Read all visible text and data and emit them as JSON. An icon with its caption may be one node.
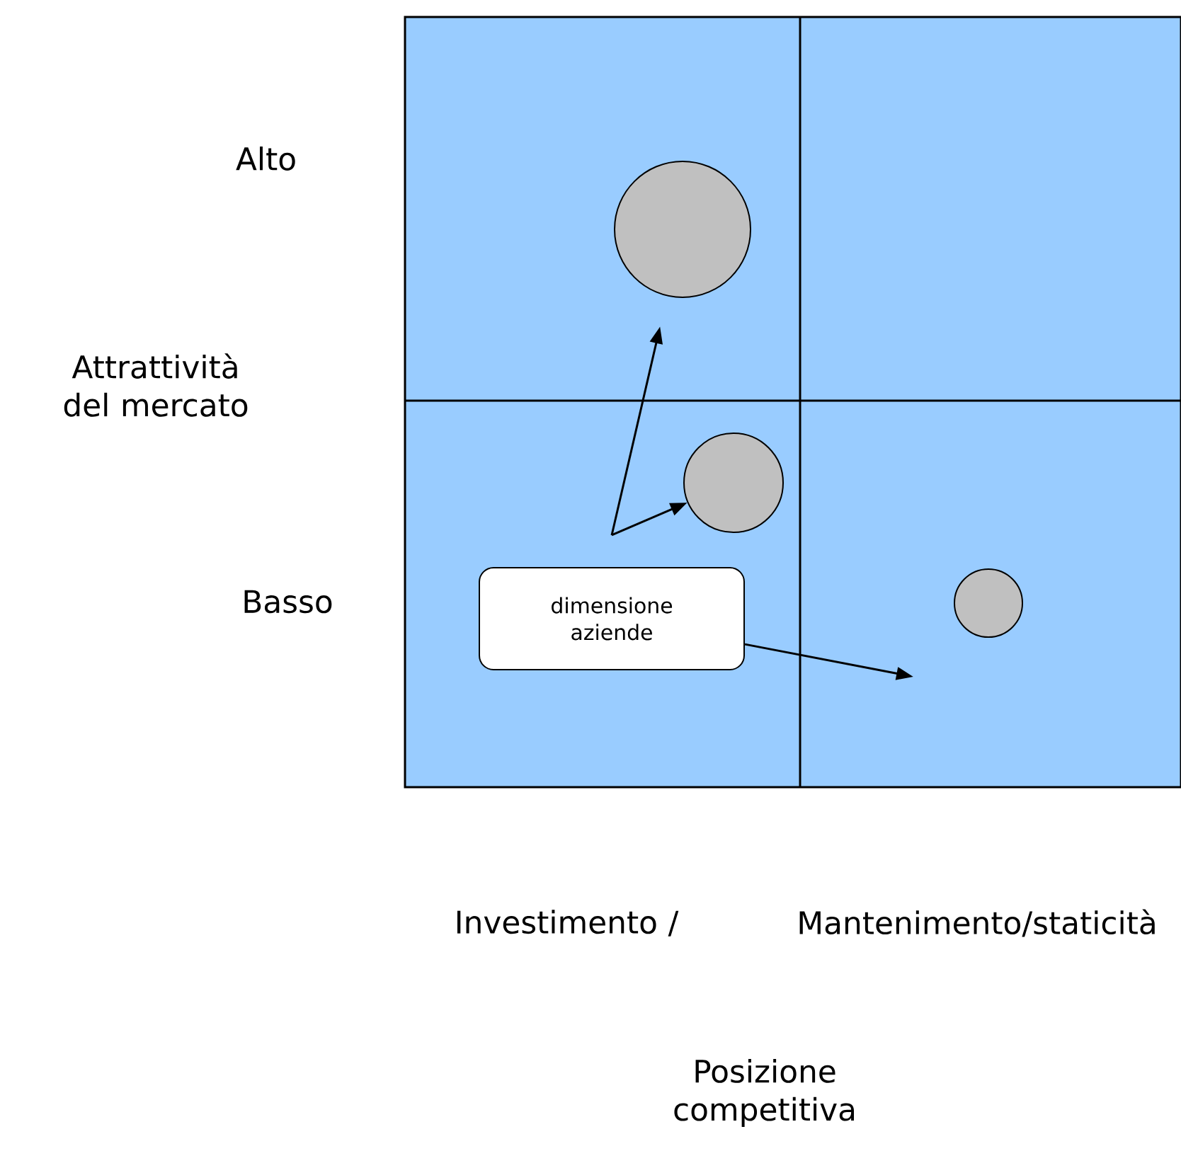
{
  "diagram": {
    "nodes": [
      {
        "text": [],
        "shape": "circle"
      },
      {
        "text": [],
        "shape": "circle"
      },
      {
        "text": [],
        "shape": "circle"
      },
      {
        "text": [
          "dimensione aziende"
        ]
      }
    ],
    "edges": [
      {
        "from": null,
        "to": 0,
        "arrow": "to"
      },
      {
        "from": null,
        "to": 1,
        "arrow": "to"
      },
      {
        "from": 3,
        "to": null,
        "arrow": "to"
      }
    ],
    "labels": [
      "Alto",
      "Attrattività del mercato",
      "Basso",
      "Investimento /",
      "Mantenimento/staticità",
      "Posizione competitiva"
    ]
  }
}
